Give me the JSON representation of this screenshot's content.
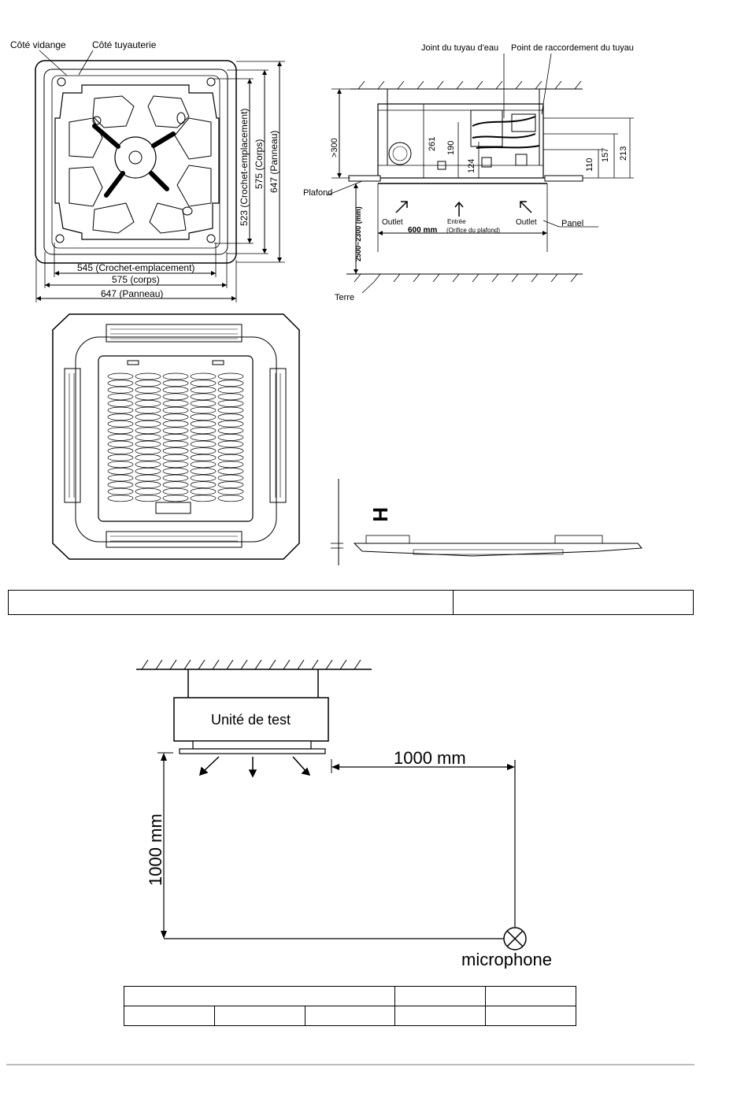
{
  "top_view": {
    "label_drain_side": "Côté vidange",
    "label_pipe_side": "Côté tuyauterie",
    "dim_hook_h": "545 (Crochet-emplacement)",
    "dim_body_h": "575 (corps)",
    "dim_panel_h": "647 (Panneau)",
    "dim_hook_v": "523 (Crochet-emplacement)",
    "dim_body_v": "575 (Corps)",
    "dim_panel_v": "647 (Panneau)"
  },
  "side_view": {
    "label_water_joint": "Joint du tuyau d'eau",
    "label_pipe_connection": "Point de raccordement du tuyau",
    "label_ceiling": "Plafond",
    "label_ground": "Terre",
    "label_panel": "Panel",
    "label_outlet_left": "Outlet",
    "label_outlet_right": "Outlet",
    "label_inlet": "Entrée",
    "label_inlet_sub": "(Orifice du plafond)",
    "dim_width": "600 mm",
    "dim_min_height": ">300",
    "dim_floor_height": "2500~2300 (mm)",
    "dim_261": "261",
    "dim_190": "190",
    "dim_124": "124",
    "dim_110": "110",
    "dim_157": "157",
    "dim_213": "213"
  },
  "profile_view": {
    "label_h": "H"
  },
  "test_setup": {
    "unit_label": "Unité de test",
    "dim_horizontal": "1000 mm",
    "dim_vertical": "1000 mm",
    "mic_label": "microphone"
  }
}
